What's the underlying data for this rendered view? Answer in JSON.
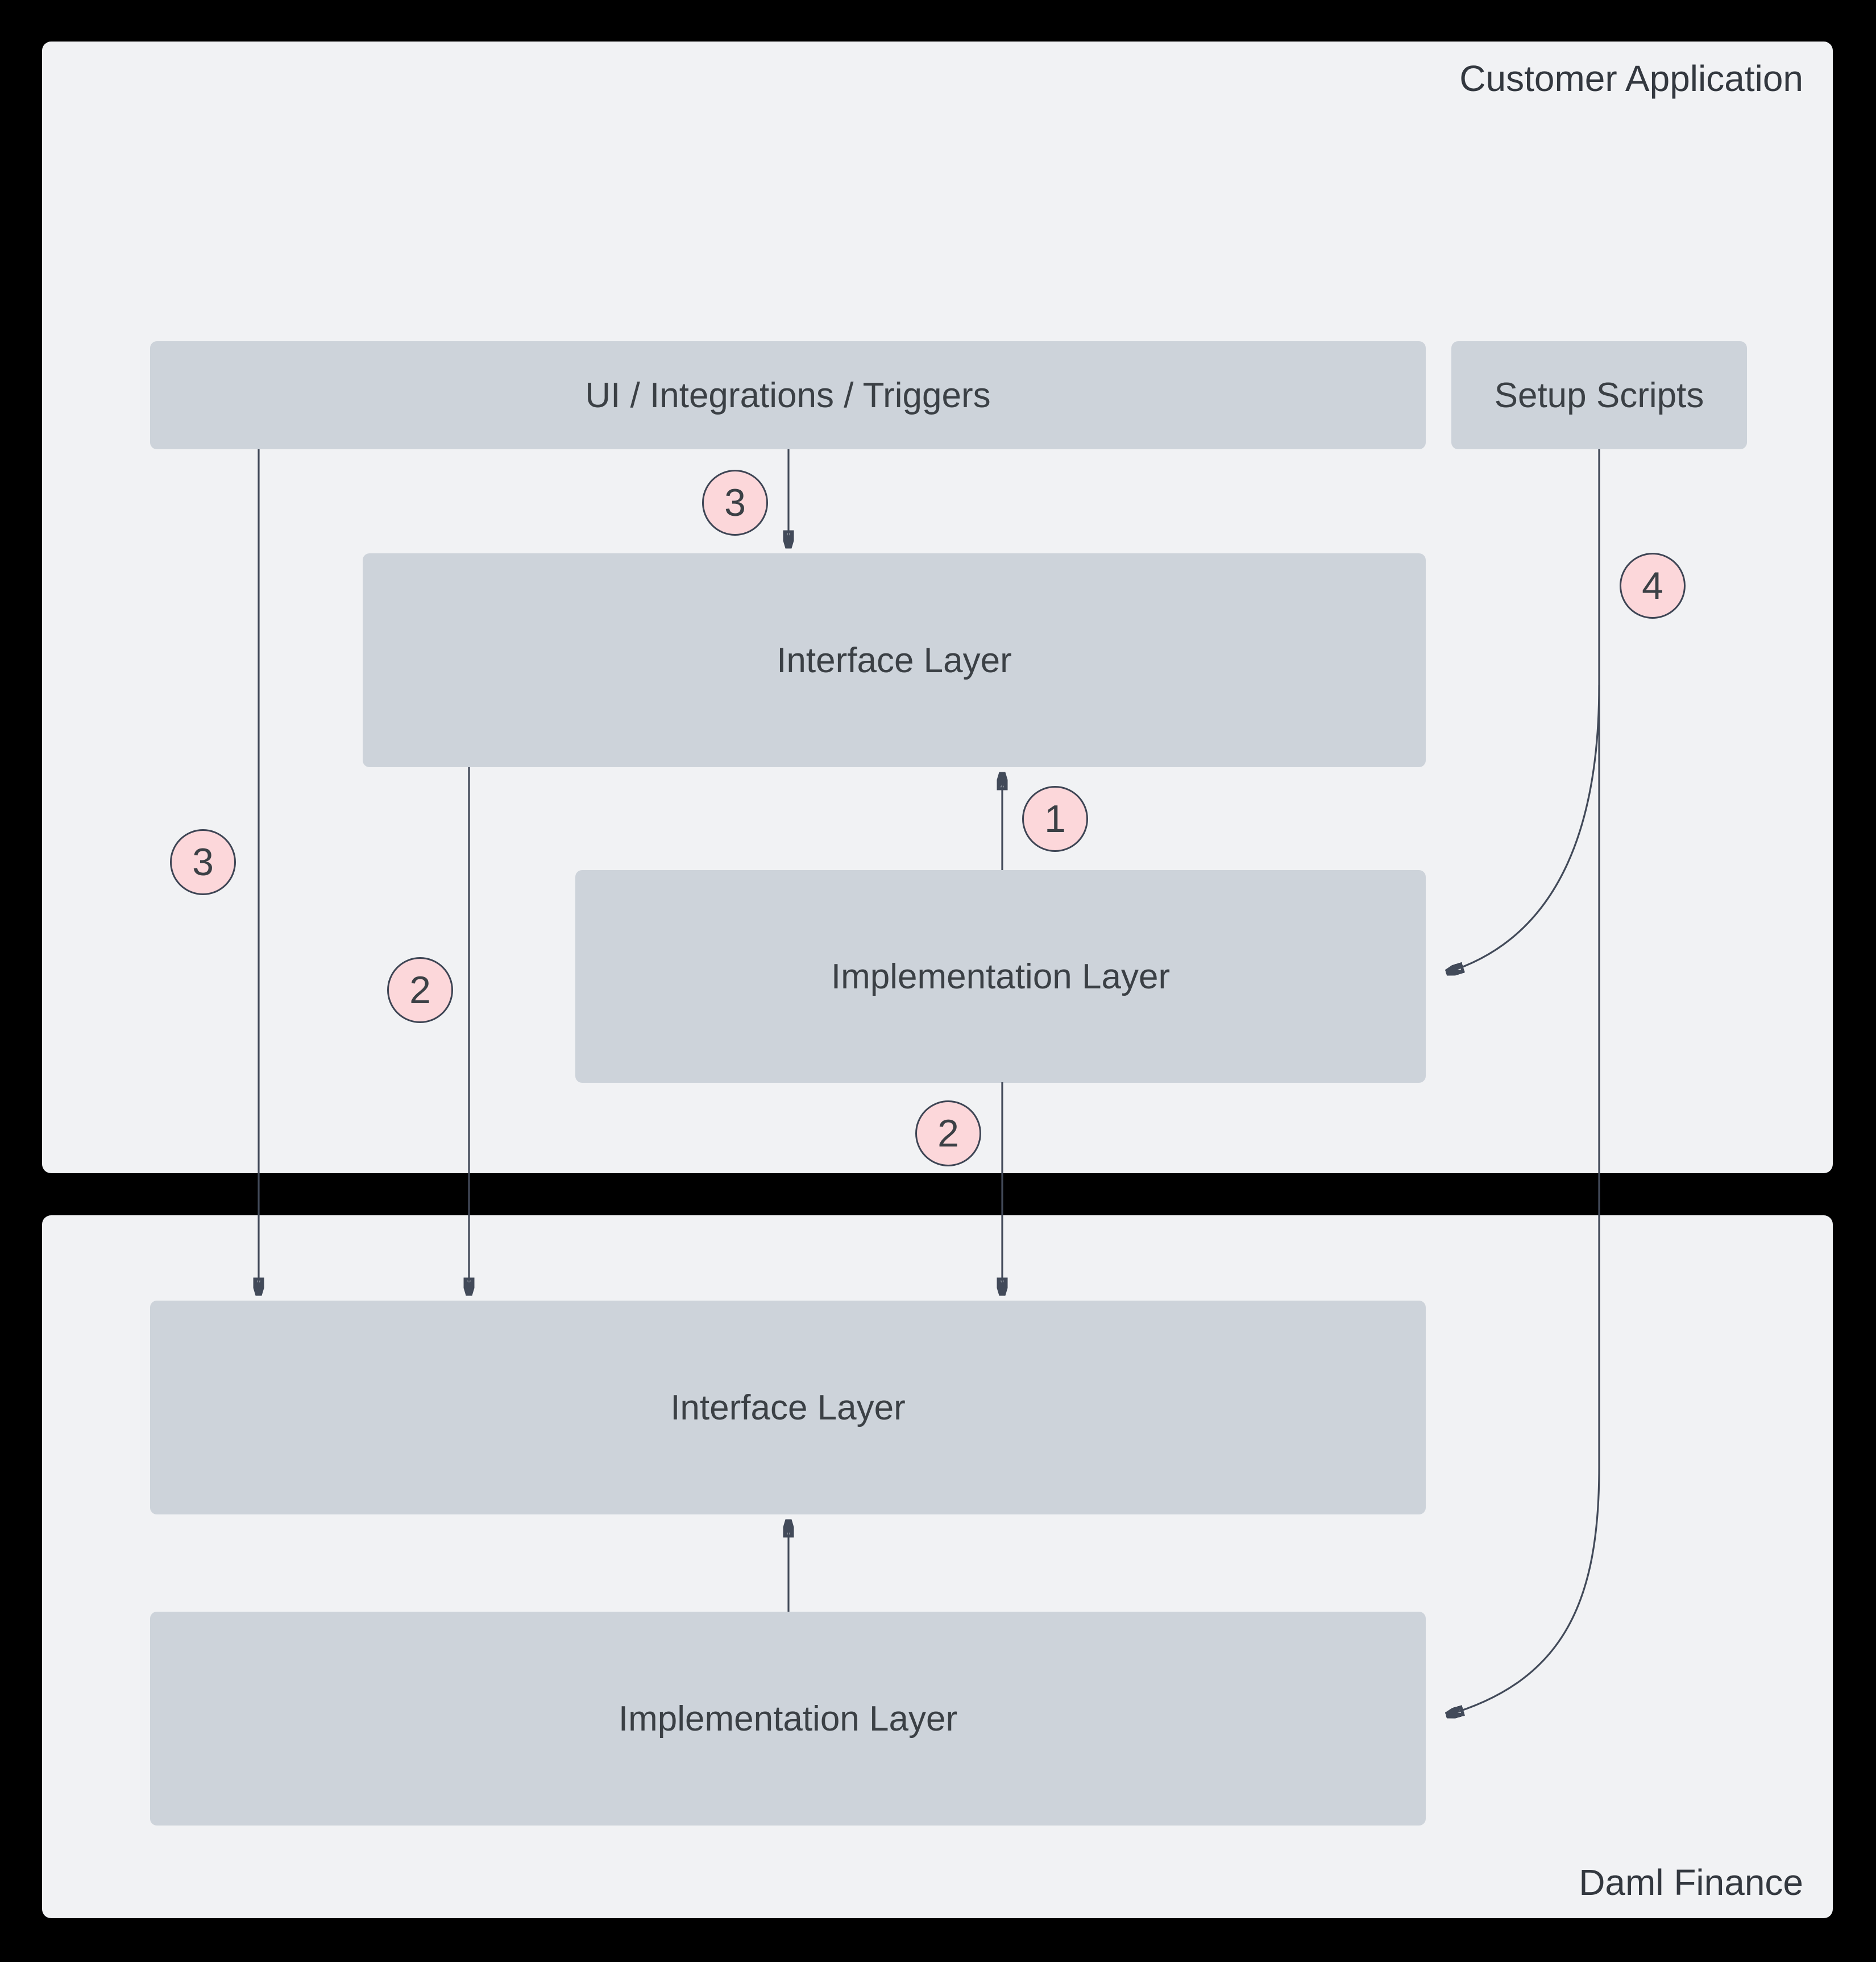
{
  "diagram": {
    "customer_application": {
      "label": "Customer Application",
      "nodes": {
        "ui_integrations_triggers": {
          "label": "UI / Integrations / Triggers"
        },
        "setup_scripts": {
          "label": "Setup Scripts"
        },
        "interface_layer": {
          "label": "Interface Layer"
        },
        "implementation_layer": {
          "label": "Implementation Layer"
        }
      }
    },
    "daml_finance": {
      "label": "Daml Finance",
      "nodes": {
        "interface_layer": {
          "label": "Interface Layer"
        },
        "implementation_layer": {
          "label": "Implementation Layer"
        }
      }
    },
    "badges": {
      "step_3_upper": "3",
      "step_3_left": "3",
      "step_2_left": "2",
      "step_1": "1",
      "step_2_center": "2",
      "step_4": "4"
    },
    "edges": [
      {
        "from": "customer_application.ui_integrations_triggers",
        "to": "daml_finance.interface_layer",
        "badge": "3"
      },
      {
        "from": "customer_application.ui_integrations_triggers",
        "to": "customer_application.interface_layer",
        "badge": "3"
      },
      {
        "from": "customer_application.interface_layer",
        "to": "daml_finance.interface_layer",
        "badge": "2"
      },
      {
        "from": "customer_application.implementation_layer",
        "to": "customer_application.interface_layer",
        "badge": "1"
      },
      {
        "from": "customer_application.implementation_layer",
        "to": "daml_finance.interface_layer",
        "badge": "2"
      },
      {
        "from": "customer_application.setup_scripts",
        "to": "customer_application.implementation_layer",
        "badge": "4"
      },
      {
        "from": "customer_application.setup_scripts",
        "to": "daml_finance.implementation_layer",
        "badge": "4"
      },
      {
        "from": "daml_finance.implementation_layer",
        "to": "daml_finance.interface_layer",
        "badge": null
      }
    ],
    "colors": {
      "background": "#000000",
      "container_fill": "#f1f2f4",
      "node_fill": "#cdd3da",
      "node_text": "#3b4045",
      "arrow": "#424a59",
      "badge_fill": "#fcd7da",
      "badge_border": "#3e4554"
    }
  }
}
